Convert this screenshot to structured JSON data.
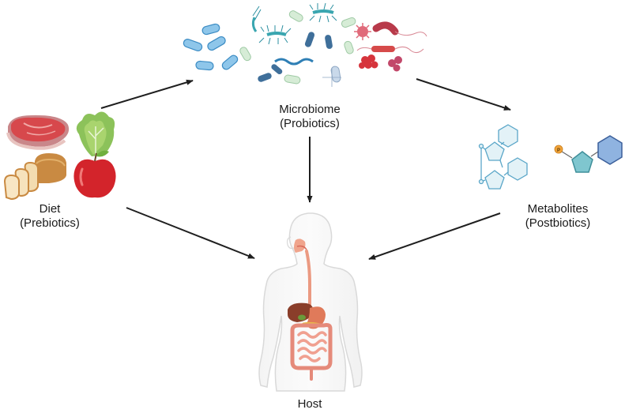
{
  "nodes": {
    "diet": {
      "title": "Diet",
      "subtitle": "(Prebiotics)"
    },
    "microbiome": {
      "title": "Microbiome",
      "subtitle": "(Probiotics)"
    },
    "metabolites": {
      "title": "Metabolites",
      "subtitle": "(Postbiotics)",
      "phosphate_symbol": "P"
    },
    "host": {
      "title": "Host"
    }
  },
  "icons": {
    "diet": [
      "steak-icon",
      "lettuce-icon",
      "bread-loaf-icon",
      "apple-icon"
    ],
    "microbiome": [
      "bacteria-cluster-icon"
    ],
    "metabolites": [
      "sugar-chain-molecule-icon",
      "phosphorylated-molecule-icon"
    ],
    "host": [
      "human-digestive-system-icon"
    ]
  },
  "colors": {
    "arrow": "#1f1f1f",
    "text": "#1a1a1a",
    "body_outline": "#d9d9d9",
    "digestive": "#e8a08a",
    "molecule_stroke": "#5aa6c8",
    "molecule_fill_light": "#e3f2f7",
    "molecule_fill_teal": "#7fc6cf",
    "molecule_fill_blue": "#8fb3e0",
    "phosphate": "#f2a43a"
  }
}
